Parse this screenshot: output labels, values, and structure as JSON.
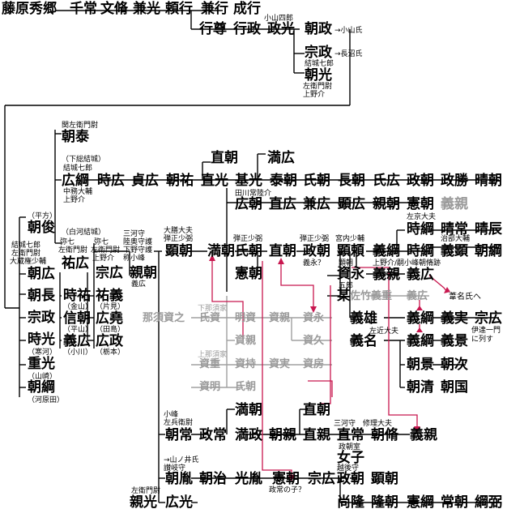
{
  "colors": {
    "line": "#000000",
    "gray": "#a0a0a0",
    "pink": "#c8174f"
  },
  "row1": [
    "藤原秀郷",
    "千常",
    "文脩",
    "兼光",
    "頼行",
    "兼行",
    "成行"
  ],
  "row2": [
    "行尊",
    "行政",
    "政光",
    "朝政",
    "宗政",
    "朝光"
  ],
  "row2_notes": {
    "seishiro": "小山四郎",
    "oyama": "→小山氏",
    "naganuma": "→長沼氏",
    "yuki7": "結城七郎",
    "emon": "左衛門尉",
    "kozuke": "上野介"
  },
  "row_tomoyasu": {
    "note": "関左衛門尉",
    "name": "朝泰"
  },
  "row_hirotsuna": {
    "note1": "（下総結城）",
    "note2": "結城七郎",
    "note3": "中務大輔",
    "note4": "上野介",
    "names": [
      "広綱",
      "時広",
      "貞広",
      "朝祐",
      "直光",
      "基光",
      "泰朝",
      "氏朝",
      "長朝",
      "氏広",
      "政朝",
      "政勝",
      "晴朝"
    ]
  },
  "row_naotomo": {
    "names": [
      "直朝",
      "満広"
    ],
    "note": "田川常陸介"
  },
  "row_hirotomo": [
    "広朝",
    "直広",
    "兼広",
    "顕広",
    "親朝",
    "憲朝"
  ],
  "row_yoshichika_gray": "義親",
  "left_col": {
    "heikata": "（平方）",
    "tomotoshi": "朝俊",
    "yuki7": "結城七郎",
    "emon": "左衛門尉",
    "oshoku": "大蔵権少輔",
    "tomohiro": "朝広",
    "tomonaga": "朝長",
    "munemasa": "宗政",
    "tokimitsu": "時光",
    "kankawa": "（寒河）",
    "shigemitsu": "重光",
    "yamasaki": "（山崎）",
    "asatsuna": "朝綱",
    "kawaharada": "（河原田）"
  },
  "shirakawa": {
    "note1": "（白河結城）",
    "note2": "弥七",
    "note3": "左衛門尉",
    "name": "祐広",
    "tokihiro": "時祐",
    "kanayama": "（金山）",
    "nobutomo": "信朝",
    "hirayama": "（平山）",
    "yoshihiro": "義広",
    "oyagawa": "（小川）"
  },
  "col_munehiro": {
    "note1": "弥七",
    "note2": "左衛門尉",
    "note3": "上野介",
    "name": "宗広",
    "sukeyoshi": "祐義",
    "katami": "（片見）",
    "hiroaki": "広堯",
    "tashima": "（田島）",
    "hiromasa": "広政",
    "tochimoto": "（栃本）"
  },
  "col_chikatomo": {
    "note1": "三河守",
    "note2": "陸奥守護",
    "note3": "下野守護",
    "note4": "称小峰",
    "name": "親朝",
    "sub": "義広"
  },
  "akitomo": {
    "note1": "大膳大夫",
    "note2": "弾正少弼",
    "name": "顕朝",
    "michitomo": "満朝"
  },
  "ujitomo": {
    "note": "弾正少弼",
    "name": "氏朝",
    "kentomo": "憲朝"
  },
  "naotomo2": "直朝",
  "masatomo": {
    "note": "弾正少弼",
    "name": "政朝",
    "q": "義永？"
  },
  "akiyori": {
    "note": "宮内少輔",
    "name": "顕頼",
    "sub": "顕朝",
    "sukenaga": "資永",
    "gorou": "五郎",
    "bou": "某"
  },
  "right_block": {
    "yoshitsuna1": "義綱",
    "tokitsuna": "時綱",
    "harutsune": "晴常",
    "haretoki": "晴辰",
    "jibu": "治部大輔",
    "sakon": "左京大夫",
    "yoshiaki": "義顕",
    "asatsuna": "朝綱",
    "kozuke": "上野介/嗣小峰朝脩跡",
    "yoshichika": "義親",
    "yoshihiro": "義広",
    "ashina": "葦名氏へ",
    "satake": "佐竹義重",
    "yoshihiro_g": "義広",
    "yoshio": "義雄",
    "yoshitsuna2": "義綱",
    "yoshisane": "義実",
    "munehiro": "宗広",
    "date1": "伊達一門",
    "date2": "に列す",
    "sakon2": "左近大夫",
    "yoshina": "義名",
    "yoshitsuna3": "義綱",
    "yoshikage": "義景",
    "asakage": "朝景",
    "asatsugu": "朝次",
    "asakiyo": "朝清",
    "asakuni": "朝国"
  },
  "nasu": {
    "name": "那須資之",
    "shimona": "下那須家",
    "ujisuke": "氏資",
    "akisuke": "明資",
    "sukeyori": "資親",
    "sukechika": "資親",
    "sukenaga": "資永",
    "sukehisa": "資久",
    "kamina": "上那須家",
    "sukeshige": "資重",
    "sukemochi": "資持",
    "sukezane": "資実",
    "sukefusa": "資房",
    "sukeakira": "資明",
    "ujiasa": "氏朝"
  },
  "mid": {
    "michitomo2": "満朝",
    "naotomo3": "直朝",
    "komine": "小峰",
    "saheie": "左兵衛尉",
    "asatsune": "朝常",
    "masatsune": "政常",
    "mitsutomo": "満政",
    "asachika": "朝親",
    "naochika": "直親",
    "mikawa": "三河守",
    "shuri": "修理大夫",
    "naotsune": "直常",
    "asanobu": "朝脩",
    "yoshichika": "義親",
    "seichoshitsu": "政朝室",
    "onna": "女子"
  },
  "bottom": {
    "yamanoi": "→山ノ井氏",
    "sanuki": "讃岐守",
    "asaran": "朝胤",
    "asaharu": "朝治",
    "mitsuran": "光胤",
    "kentomo": "憲朝",
    "munehiro": "宗広",
    "echigo": "越後守",
    "masatomo": "政朝",
    "q": "政常の子？",
    "akitomo": "顕朝",
    "hisataka": "尚隆",
    "takatomo": "隆朝",
    "kentomo2": "憲綱",
    "tsunetomo": "常朝",
    "tsunahiro": "綱弼"
  },
  "last": {
    "note": "左衛門尉",
    "chikamitsu": "親光",
    "hiromitsu": "広光"
  }
}
